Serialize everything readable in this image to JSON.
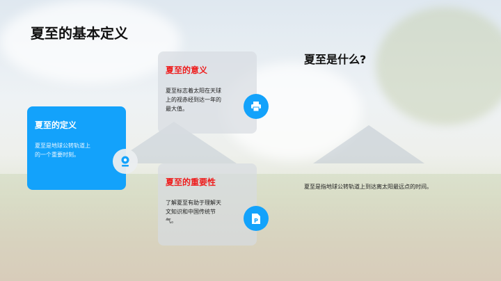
{
  "slide": {
    "title": "夏至的基本定义",
    "cards": [
      {
        "heading": "夏至的定义",
        "text": "夏至是地球公转轨道上的一个重要时刻。",
        "icon": "location-pin-icon"
      },
      {
        "heading": "夏至的意义",
        "text": "夏至标志着太阳在天球上的视赤经到达一年的最大值。",
        "icon": "printer-icon"
      },
      {
        "heading": "夏至的重要性",
        "text": "了解夏至有助于理解天文知识和中国传统节气。",
        "icon": "document-p-icon"
      }
    ],
    "right": {
      "title": "夏至是什么?",
      "text": "夏至是指地球公转轨道上到达离太阳最远点的时间。"
    },
    "colors": {
      "accent": "#13a2fb",
      "heading_red": "#ee1c1c"
    }
  }
}
